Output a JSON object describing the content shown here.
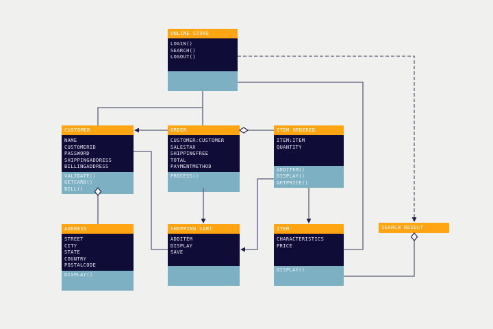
{
  "diagram": {
    "background": "#F0F0EF",
    "colors": {
      "header_bg": "#FFA513",
      "body_bg": "#100C38",
      "footer_bg": "#7EB0C4",
      "header_text": "#FFFFFF",
      "body_text": "#E8E8F2",
      "footer_text": "#EDF4F7",
      "line": "#5B5B7A",
      "arrow": "#20204A"
    },
    "classes": [
      {
        "id": "online-store",
        "name": "ONLINE STORE",
        "body": [
          "LOGIN()",
          "SEARCH()",
          "LOGOUT()"
        ],
        "footer": []
      },
      {
        "id": "customer",
        "name": "CUSTOMER",
        "body": [
          "NAME",
          "CUSTOMERID",
          "PASSWORD",
          "SHIPPINGADDRESS",
          "BILLINGADDRESS"
        ],
        "footer": [
          "VALIDATE()",
          "GETCARD()",
          "BILL()"
        ]
      },
      {
        "id": "order",
        "name": "ORDER",
        "body": [
          "CUSTOMER:CUSTOMER",
          "SALESTAX",
          "SHIPPINGFREE",
          "TOTAL",
          "PAYMENTMETHOD"
        ],
        "footer": [
          "PROCESS()"
        ]
      },
      {
        "id": "item-ordered",
        "name": "ITEM ORDERED",
        "body": [
          "ITEM:ITEM",
          "QUANTITY"
        ],
        "footer": [
          "ADDITEM()",
          "DISPLAY()",
          "GETPRICE()"
        ]
      },
      {
        "id": "address",
        "name": "ADDRESS",
        "body": [
          "STREET",
          "CITY",
          "STATE",
          "COUNTRY",
          "POSTALCODE"
        ],
        "footer": [
          "DISPLAY()"
        ]
      },
      {
        "id": "shopping-cart",
        "name": "SHOPPING CART",
        "body": [
          "ADDITEM",
          "DISPLAY",
          "SAVE"
        ],
        "footer": []
      },
      {
        "id": "item",
        "name": "ITEM",
        "body": [
          "CHARACTERISTICS",
          "PRICE"
        ],
        "footer": [
          "DISPLAY()"
        ]
      },
      {
        "id": "search-result",
        "name": "SEARCH RESULT",
        "body": [],
        "footer": []
      }
    ],
    "relationships": [
      {
        "from": "ONLINE STORE",
        "to": "CUSTOMER",
        "type": "association"
      },
      {
        "from": "ONLINE STORE",
        "to": "ORDER",
        "type": "association"
      },
      {
        "from": "ORDER",
        "to": "CUSTOMER",
        "type": "directed-association"
      },
      {
        "from": "ORDER",
        "to": "ITEM ORDERED",
        "type": "aggregation"
      },
      {
        "from": "CUSTOMER",
        "to": "ADDRESS",
        "type": "aggregation"
      },
      {
        "from": "CUSTOMER",
        "to": "SHOPPING CART",
        "type": "association"
      },
      {
        "from": "ORDER",
        "to": "SHOPPING CART",
        "type": "directed-association"
      },
      {
        "from": "ITEM ORDERED",
        "to": "SHOPPING CART",
        "type": "directed-association"
      },
      {
        "from": "ITEM ORDERED",
        "to": "ITEM",
        "type": "directed-association"
      },
      {
        "from": "ONLINE STORE",
        "to": "ITEM",
        "type": "association"
      },
      {
        "from": "ONLINE STORE",
        "to": "SEARCH RESULT",
        "type": "dependency-dashed"
      },
      {
        "from": "SEARCH RESULT",
        "to": "ITEM",
        "type": "aggregation"
      }
    ]
  }
}
